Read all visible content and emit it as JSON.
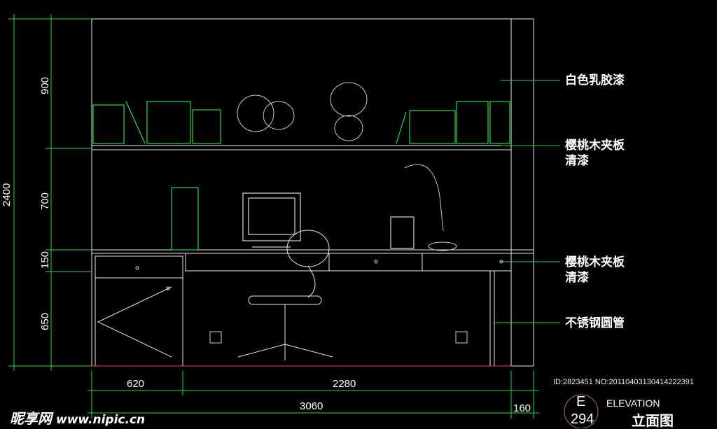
{
  "dimensions": {
    "total_height": "2400",
    "upper": "900",
    "middle": "700",
    "desk_top": "150",
    "lower": "650",
    "left_cabinet": "620",
    "desk_span": "2280",
    "total_width": "3060",
    "right_panel": "160"
  },
  "annotations": [
    {
      "line1": "白色乳胶漆",
      "line2": ""
    },
    {
      "line1": "樱桃木夹板",
      "line2": "清漆"
    },
    {
      "line1": "樱桃木夹板",
      "line2": "清漆"
    },
    {
      "line1": "不锈钢圆管",
      "line2": ""
    }
  ],
  "title_block": {
    "symbol_letter": "E",
    "symbol_number": "294",
    "elevation": "ELEVATION",
    "title_cn": "立面图"
  },
  "watermark": {
    "brand": "昵享网",
    "url": "www.nipic.cn",
    "id_text": "ID:2823451 NO:20110403130414222391"
  },
  "colors": {
    "line": "#ffffff",
    "dim": "#22dd44",
    "object": "#33ff55",
    "floor": "#ff3355"
  }
}
